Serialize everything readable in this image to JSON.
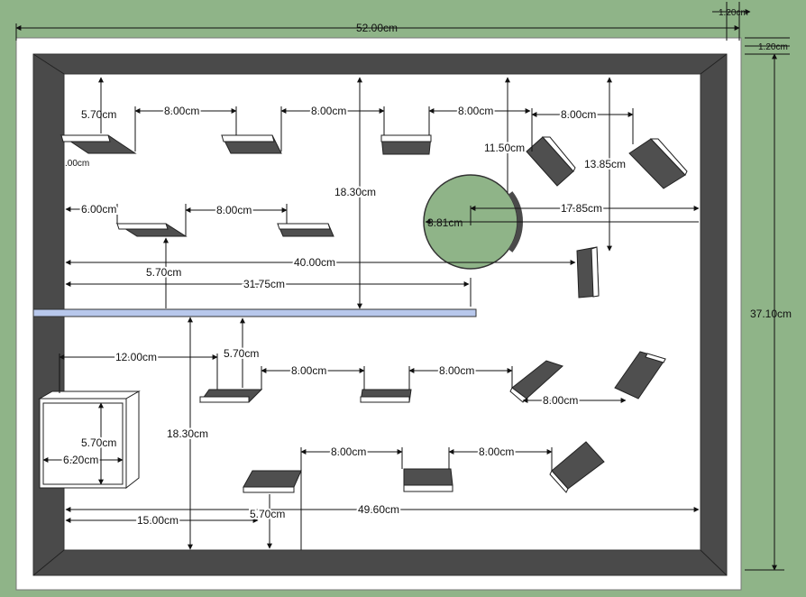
{
  "colors": {
    "background": "#8fb488",
    "frame": "#ffffff",
    "border": "#4a4a4a",
    "panel": "#ffffff",
    "shelf_dark": "#4f4f4f",
    "shelf_light": "#ffffff",
    "divider": "#b8c8ec",
    "circle": "#8fb488",
    "line": "#111111"
  },
  "labels": {
    "overall_width": "52.00cm",
    "frame_right": "1.20cm",
    "frame_top": "1.20cm",
    "overall_height": "37.10cm",
    "top_left_height": "5.70cm",
    "top_gap_1": "8.00cm",
    "top_gap_2": "8.00cm",
    "top_gap_3": "8.00cm",
    "top_gap_4": "8.00cm",
    "small_zero": ".00cm",
    "vert_11_50": "11.50cm",
    "vert_13_85": "13.85cm",
    "vert_18_30_top": "18.30cm",
    "row2_left": "6.00cm",
    "row2_gap": "8.00cm",
    "row2_height": "5.70cm",
    "circle_radius": "3.81cm",
    "circle_to_wall": "17.85cm",
    "span_40": "40.00cm",
    "span_31_75": "31.75cm",
    "box_to_shelf": "12.00cm",
    "lower_height_1": "5.70cm",
    "lower_gap_1": "8.00cm",
    "lower_gap_2": "8.00cm",
    "lower_gap_3": "8.00cm",
    "box_height": "5.70cm",
    "box_width": "6.20cm",
    "vert_18_30_bottom": "18.30cm",
    "bottom_gap_1": "8.00cm",
    "bottom_gap_2": "8.00cm",
    "span_15": "15.00cm",
    "bottom_height": "5.70cm",
    "span_49_60": "49.60cm"
  }
}
